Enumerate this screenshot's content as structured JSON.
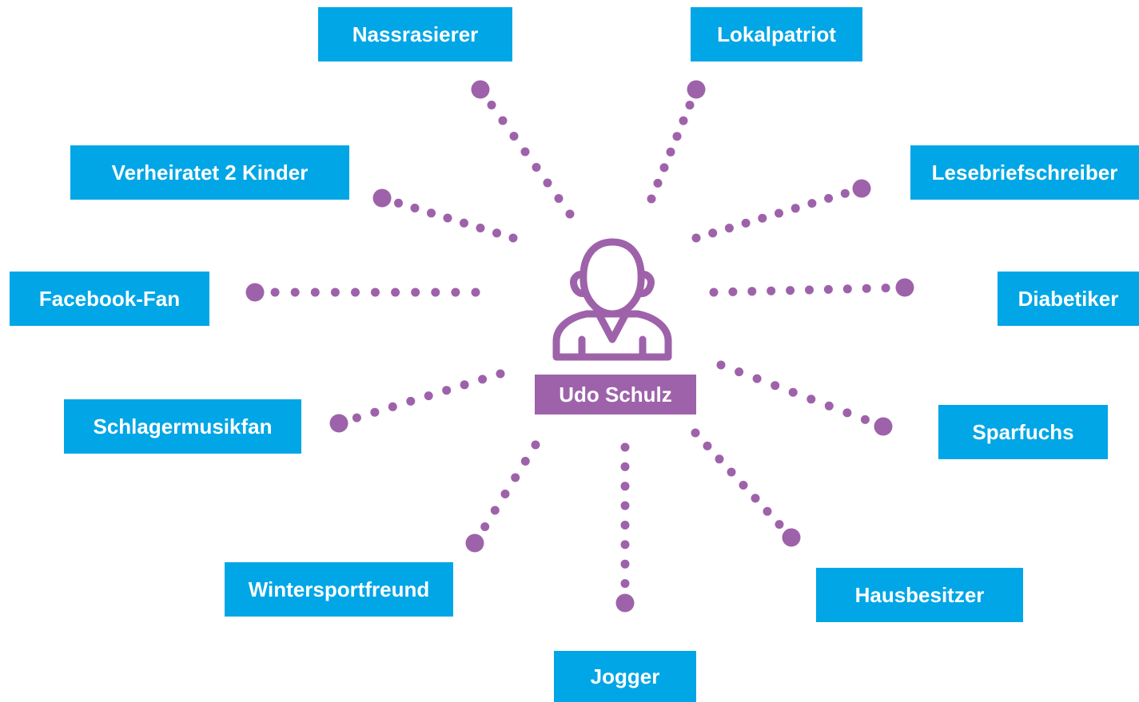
{
  "colors": {
    "tag": "#00a6e6",
    "accent": "#9e62aa",
    "text": "#ffffff"
  },
  "center": {
    "name": "Udo Schulz",
    "icon": "person-icon"
  },
  "attributes": [
    {
      "id": "nassrasierer",
      "label": "Nassrasierer"
    },
    {
      "id": "lokalpatriot",
      "label": "Lokalpatriot"
    },
    {
      "id": "verheiratet",
      "label": "Verheiratet 2 Kinder"
    },
    {
      "id": "lesebriefschreiber",
      "label": "Lesebriefschreiber"
    },
    {
      "id": "facebook-fan",
      "label": "Facebook-Fan"
    },
    {
      "id": "diabetiker",
      "label": "Diabetiker"
    },
    {
      "id": "schlagermusikfan",
      "label": "Schlagermusikfan"
    },
    {
      "id": "sparfuchs",
      "label": "Sparfuchs"
    },
    {
      "id": "wintersportfreund",
      "label": "Wintersportfreund"
    },
    {
      "id": "hausbesitzer",
      "label": "Hausbesitzer"
    },
    {
      "id": "jogger",
      "label": "Jogger"
    }
  ]
}
